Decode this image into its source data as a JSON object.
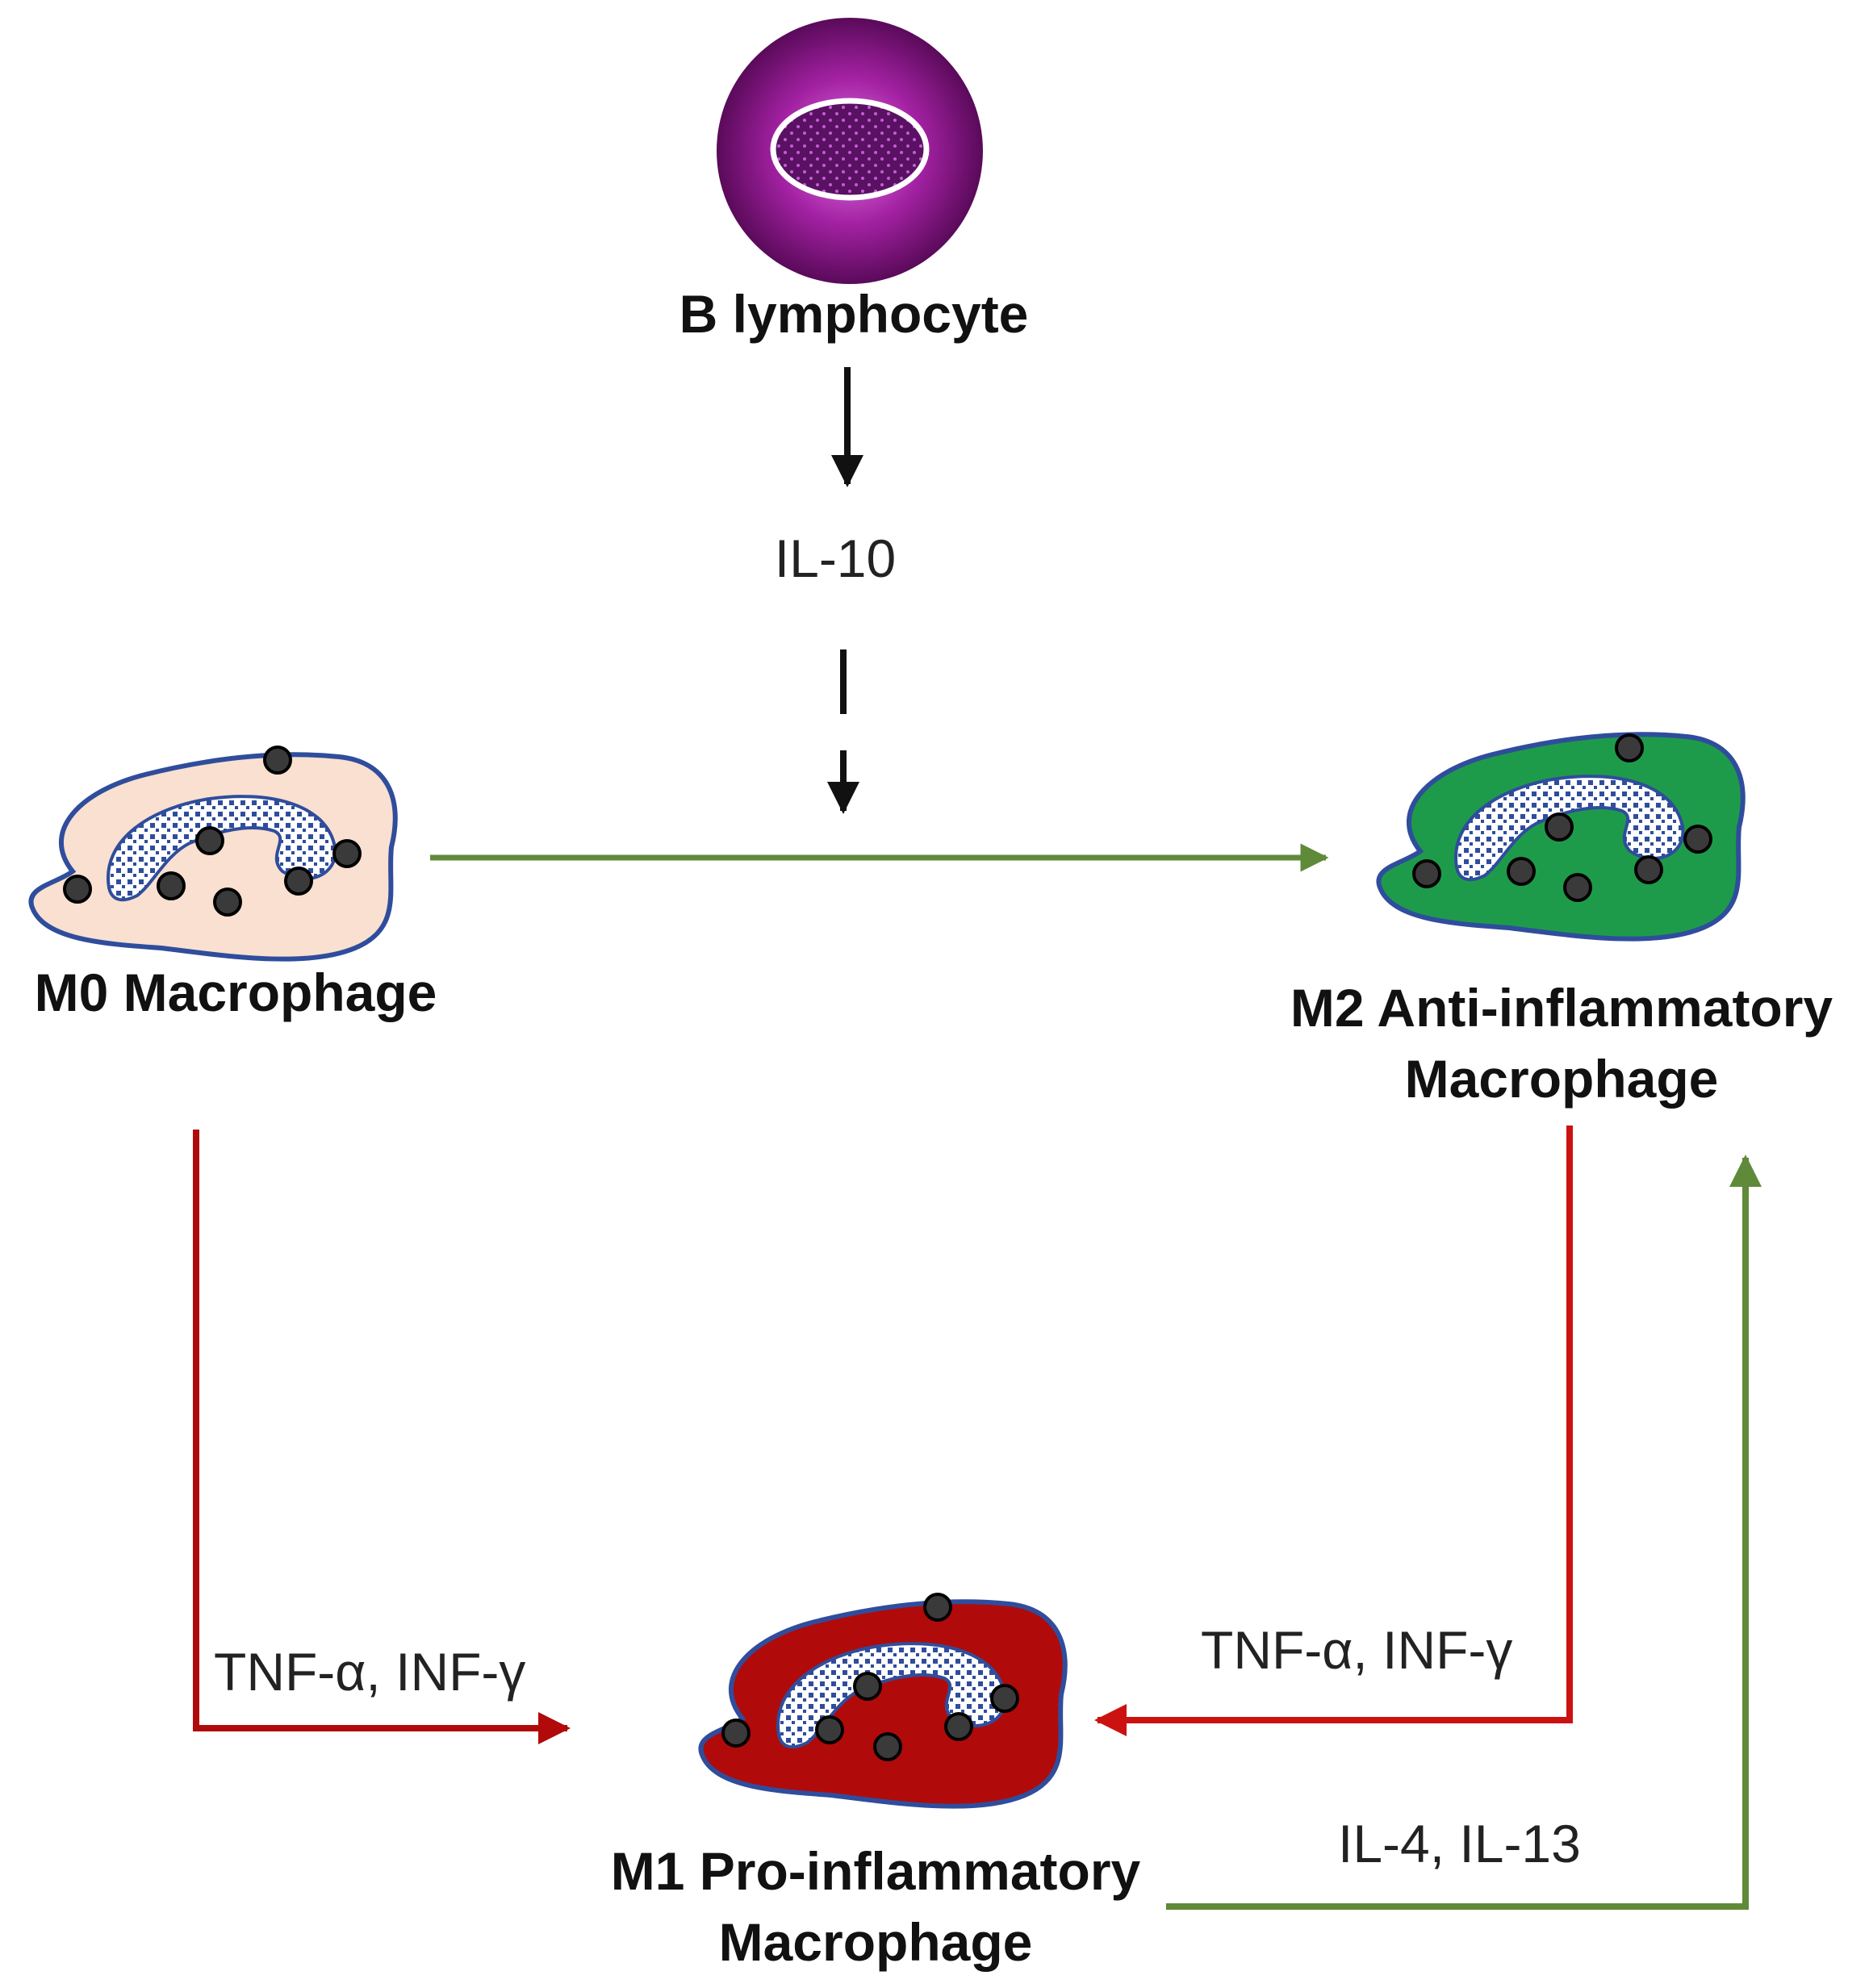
{
  "cells": {
    "b_lymphocyte": "B lymphocyte",
    "m0": "M0 Macrophage",
    "m2_line1": "M2 Anti-inflammatory",
    "m2_line2": "Macrophage",
    "m1_line1": "M1 Pro-inflammatory",
    "m1_line2": "Macrophage"
  },
  "signals": {
    "il10": "IL-10",
    "m0_to_m1": "TNF-α, INF-γ",
    "m2_to_m1": "TNF-α, INF-γ",
    "m1_to_m2": "IL-4, IL-13"
  },
  "colors": {
    "m0_fill": "#f9e0d0",
    "m2_fill": "#1e9b4a",
    "m1_fill": "#b10a0a",
    "cell_outline": "#2f4d9c",
    "green_arrow": "#5f8a3a",
    "red_arrow": "#cc1111",
    "black_arrow": "#111111",
    "lymphocyte": "#8a1a8a"
  }
}
